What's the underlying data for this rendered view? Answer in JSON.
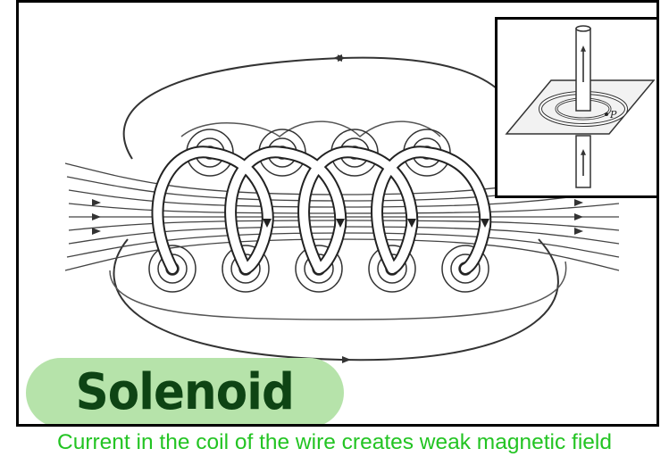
{
  "title": "Solenoid",
  "caption": "Current in the coil of the wire creates weak magnetic field",
  "inset": {
    "point_label": "P"
  },
  "colors": {
    "title_pill": "#b6e3aa",
    "title_text": "#0e4414",
    "caption": "#23c423",
    "line": "#333333"
  },
  "icons": [
    "field-line-arrow-icon",
    "current-arrow-icon"
  ]
}
